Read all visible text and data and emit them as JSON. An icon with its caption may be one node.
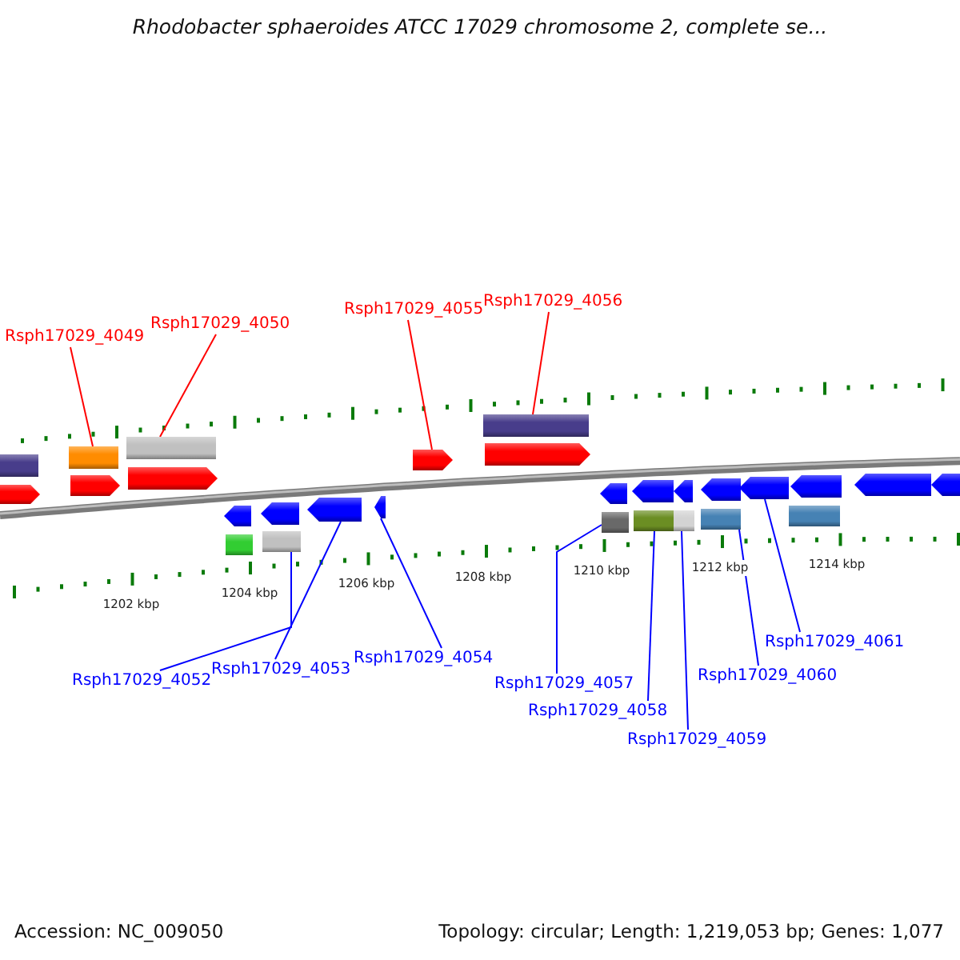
{
  "diagram": {
    "title": "Rhodobacter sphaeroides ATCC 17029 chromosome 2, complete se...",
    "nodes": [
      {
        "text": [
          "Rsph17029_4049"
        ]
      },
      {
        "text": [
          "Rsph17029_4050"
        ]
      },
      {
        "text": [
          "Rsph17029_4055"
        ]
      },
      {
        "text": [
          "Rsph17029_4056"
        ]
      },
      {
        "text": [
          "Rsph17029_4052"
        ]
      },
      {
        "text": [
          "Rsph17029_4053"
        ]
      },
      {
        "text": [
          "Rsph17029_4054"
        ]
      },
      {
        "text": [
          "Rsph17029_4061"
        ]
      },
      {
        "text": [
          "Rsph17029_4060"
        ]
      },
      {
        "text": [
          "Rsph17029_4057"
        ]
      },
      {
        "text": [
          "Rsph17029_4058"
        ]
      },
      {
        "text": [
          "Rsph17029_4059"
        ]
      },
      {
        "text": [],
        "shape": "bar"
      },
      {
        "text": [],
        "shape": "arrow"
      },
      {
        "text": [],
        "shape": "bar"
      },
      {
        "text": [],
        "shape": "arrow"
      },
      {
        "text": [],
        "shape": "bar"
      },
      {
        "text": [],
        "shape": "arrow"
      },
      {
        "text": [],
        "shape": "arrow"
      },
      {
        "text": [],
        "shape": "bar"
      },
      {
        "text": [],
        "shape": "arrow"
      },
      {
        "text": [],
        "shape": "bar"
      },
      {
        "text": [],
        "shape": "arrow"
      },
      {
        "text": [],
        "shape": "arrow"
      },
      {
        "text": [],
        "shape": "arrow"
      },
      {
        "text": [],
        "shape": "bar"
      },
      {
        "text": [],
        "shape": "arrow"
      },
      {
        "text": [],
        "shape": "arrow"
      },
      {
        "text": [],
        "shape": "bar"
      },
      {
        "text": [],
        "shape": "arrow"
      },
      {
        "text": [],
        "shape": "bar"
      },
      {
        "text": [],
        "shape": "arrow"
      },
      {
        "text": [],
        "shape": "bar"
      },
      {
        "text": [],
        "shape": "arrow"
      },
      {
        "text": [],
        "shape": "bar"
      },
      {
        "text": [],
        "shape": "arrow"
      },
      {
        "text": [],
        "shape": "bar"
      },
      {
        "text": [],
        "shape": "arrow"
      },
      {
        "text": [],
        "shape": "arrow"
      },
      {
        "text": [],
        "shape": "arrow"
      }
    ],
    "edges": [
      {
        "from": 0,
        "to": 14,
        "arrow": "none",
        "color": "#ff0000"
      },
      {
        "from": 1,
        "to": 16,
        "arrow": "none",
        "color": "#ff0000"
      },
      {
        "from": 2,
        "to": 24,
        "arrow": "none",
        "color": "#ff0000"
      },
      {
        "from": 3,
        "to": 25,
        "arrow": "none",
        "color": "#ff0000"
      },
      {
        "from": 4,
        "to": 21,
        "arrow": "none"
      },
      {
        "from": 5,
        "to": 22,
        "arrow": "none"
      },
      {
        "from": 6,
        "to": 23,
        "arrow": "none"
      },
      {
        "from": 7,
        "to": 35,
        "arrow": "none"
      },
      {
        "from": 8,
        "to": 34,
        "arrow": "none"
      },
      {
        "from": 9,
        "to": 28,
        "arrow": "none"
      },
      {
        "from": 10,
        "to": 30,
        "arrow": "none"
      },
      {
        "from": 11,
        "to": 32,
        "arrow": "none"
      }
    ],
    "labels": [
      "1202 kbp",
      "1204 kbp",
      "1206 kbp",
      "1208 kbp",
      "1210 kbp",
      "1212 kbp",
      "1214 kbp",
      "Accession: NC_009050",
      "Topology: circular; Length: 1,219,053 bp; Genes: 1,077"
    ]
  }
}
